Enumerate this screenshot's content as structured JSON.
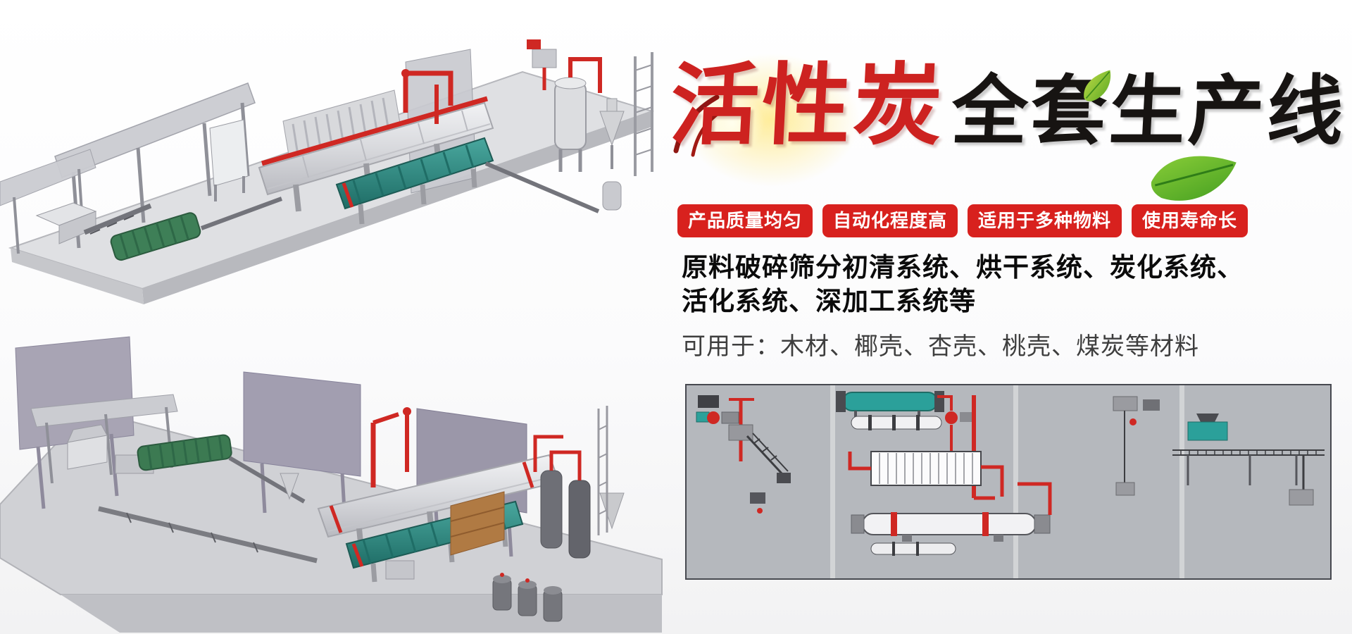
{
  "title": {
    "highlight": "活性炭",
    "rest": "全套生产线"
  },
  "badges": [
    "产品质量均匀",
    "自动化程度高",
    "适用于多种物料",
    "使用寿命长"
  ],
  "description": {
    "line1": "原料破碎筛分初清系统、烘干系统、炭化系统、",
    "line2": "活化系统、深加工系统等",
    "line3": "可用于：木材、椰壳、杏壳、桃壳、煤炭等材料"
  },
  "figures": {
    "top_render": "production-line-3d-render-top",
    "bottom_render": "production-line-3d-render-bottom",
    "schematic": "production-line-layout-render"
  },
  "colors": {
    "title_red": "#cd2220",
    "title_black": "#171412",
    "badge_red": "#d8211e",
    "leaf_green": "#5fb52f",
    "pipe_red": "#cf2823",
    "machine_teal": "#2ba09a",
    "machine_green": "#3c7a52",
    "platform_gray": "#d7d8db",
    "wall_purple_gray": "#a8a4b4",
    "schematic_bg": "#b5b8bd"
  }
}
